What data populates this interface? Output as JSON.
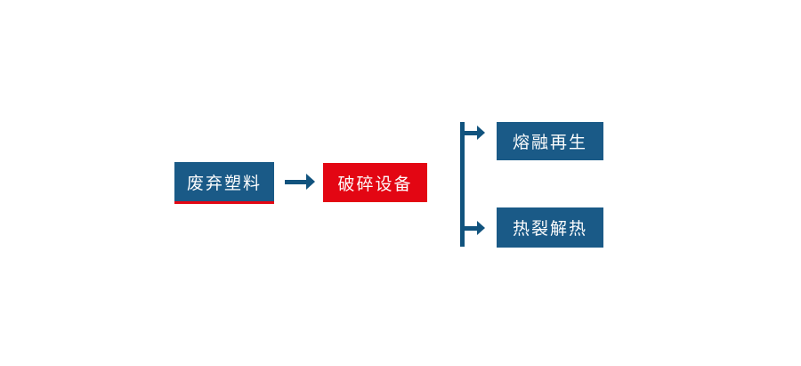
{
  "diagram": {
    "type": "flowchart",
    "background": "#ffffff",
    "colors": {
      "node_blue": "#1a5a87",
      "node_red": "#e30613",
      "connector_blue": "#11537e",
      "node_text": "#ffffff",
      "waste_plastic_bottom_rule": "#e30613"
    },
    "nodes": [
      {
        "id": "waste-plastic",
        "label": "废弃塑料",
        "fill": "#1a5a87",
        "text_color": "#ffffff",
        "bottom_border": "#e30613"
      },
      {
        "id": "crushing-equipment",
        "label": "破碎设备",
        "fill": "#e30613",
        "text_color": "#ffffff"
      },
      {
        "id": "melt-regeneration",
        "label": "熔融再生",
        "fill": "#1a5a87",
        "text_color": "#ffffff"
      },
      {
        "id": "pyrolysis-heat",
        "label": "热裂解热",
        "fill": "#1a5a87",
        "text_color": "#ffffff"
      }
    ],
    "connectors": {
      "color": "#11537e",
      "edges": [
        {
          "from": "waste-plastic",
          "to": "crushing-equipment",
          "style": "arrow-right"
        },
        {
          "from": "branch-line",
          "to": "melt-regeneration",
          "style": "arrow-right"
        },
        {
          "from": "branch-line",
          "to": "pyrolysis-heat",
          "style": "arrow-right"
        }
      ],
      "branch_line": {
        "orientation": "vertical",
        "connects": [
          "melt-regeneration",
          "pyrolysis-heat"
        ]
      }
    }
  }
}
